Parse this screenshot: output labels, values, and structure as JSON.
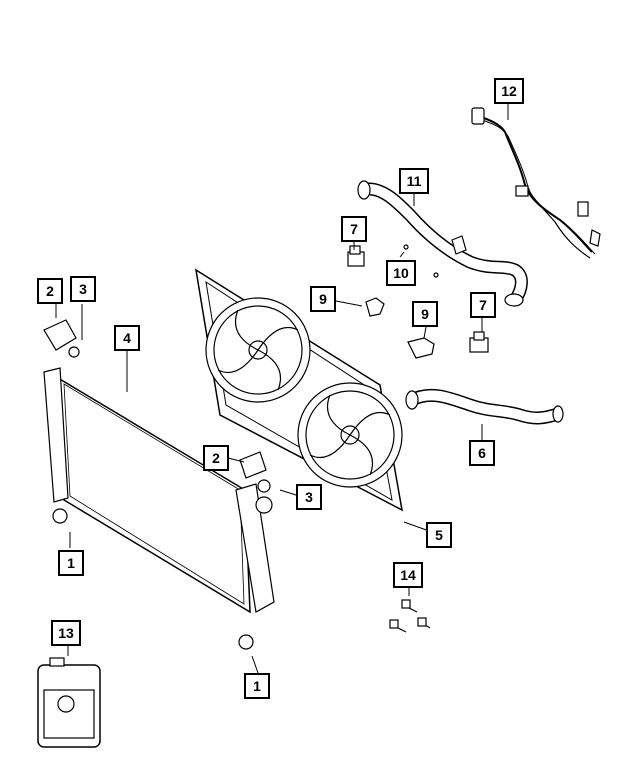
{
  "callouts": [
    {
      "id": "c1a",
      "label": "1"
    },
    {
      "id": "c1b",
      "label": "1"
    },
    {
      "id": "c2a",
      "label": "2"
    },
    {
      "id": "c2b",
      "label": "2"
    },
    {
      "id": "c3a",
      "label": "3"
    },
    {
      "id": "c3b",
      "label": "3"
    },
    {
      "id": "c4",
      "label": "4"
    },
    {
      "id": "c5",
      "label": "5"
    },
    {
      "id": "c6",
      "label": "6"
    },
    {
      "id": "c7a",
      "label": "7"
    },
    {
      "id": "c7b",
      "label": "7"
    },
    {
      "id": "c9a",
      "label": "9"
    },
    {
      "id": "c9b",
      "label": "9"
    },
    {
      "id": "c10",
      "label": "10"
    },
    {
      "id": "c11",
      "label": "11"
    },
    {
      "id": "c12",
      "label": "12"
    },
    {
      "id": "c13",
      "label": "13"
    },
    {
      "id": "c14",
      "label": "14"
    }
  ],
  "colors": {
    "line": "#000000",
    "paper": "#ffffff",
    "shade": "#d8d8d8"
  }
}
